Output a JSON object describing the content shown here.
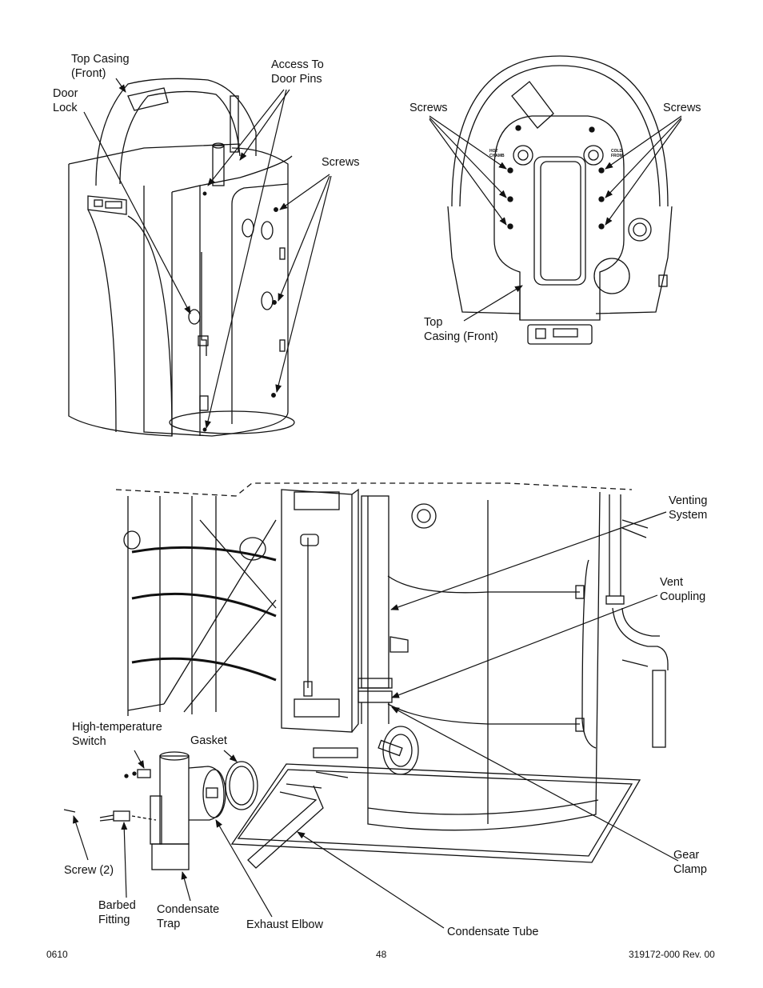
{
  "labels": {
    "top_casing_front_1": "Top Casing\n(Front)",
    "door_lock": "Door\nLock",
    "access_door_pins": "Access To\nDoor Pins",
    "screws_left_fig": "Screws",
    "screws_top_left": "Screws",
    "screws_top_right": "Screws",
    "hot_chamber": "HOT\nCHAMB",
    "cold_water": "COLD\nFROM",
    "top_casing_front_2": "Top\nCasing (Front)",
    "venting_system": "Venting\nSystem",
    "vent_coupling": "Vent\nCoupling",
    "high_temp_switch": "High-temperature\nSwitch",
    "gasket": "Gasket",
    "screw_2": "Screw (2)",
    "barbed_fitting": "Barbed\nFitting",
    "condensate_trap": "Condensate\nTrap",
    "exhaust_elbow": "Exhaust Elbow",
    "condensate_tube": "Condensate Tube",
    "gear_clamp": "Gear\nClamp"
  },
  "footer": {
    "left": "0610",
    "center": "48",
    "right": "319172-000 Rev. 00"
  },
  "colors": {
    "line": "#111111",
    "fill": "#ffffff",
    "shade": "#e6e6e6"
  }
}
